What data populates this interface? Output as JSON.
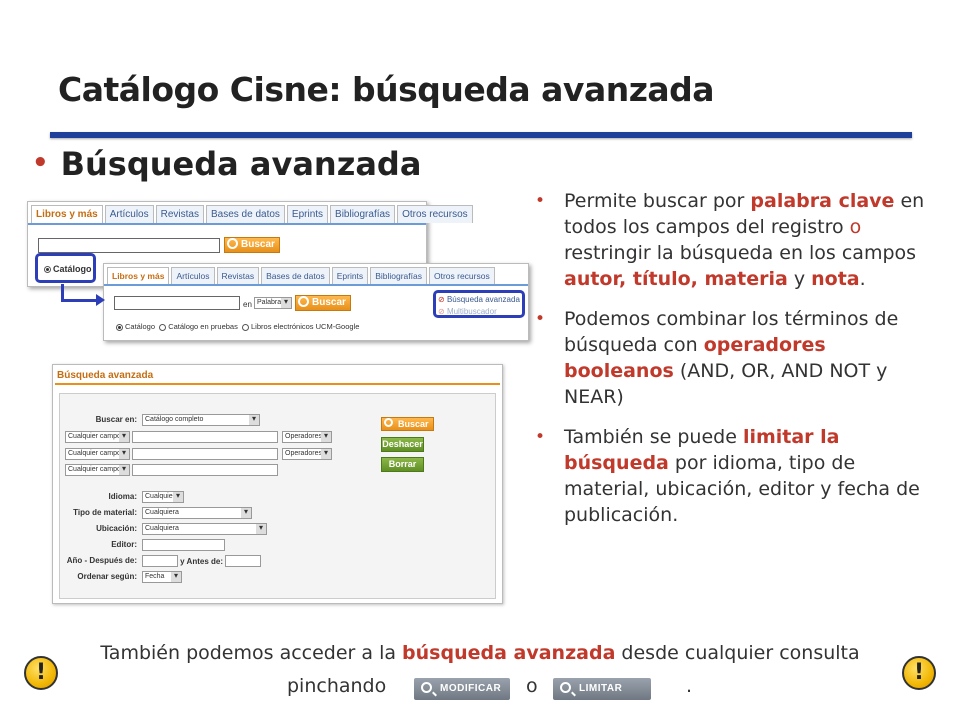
{
  "title": "Catálogo Cisne: búsqueda avanzada",
  "bullet_heading": "Búsqueda avanzada",
  "right_bullets": [
    {
      "parts": [
        "Permite buscar por ",
        "palabra clave",
        " en todos los campos del registro ",
        "o",
        " restringir la búsqueda en los campos ",
        "autor, título, materia",
        " y ",
        "nota",
        "."
      ]
    },
    {
      "parts": [
        "Podemos combinar los términos de búsqueda con ",
        "operadores booleanos",
        " (AND, OR, AND NOT y NEAR)"
      ]
    },
    {
      "parts": [
        "También se puede ",
        "limitar la búsqueda",
        " por idioma, tipo de material, ubicación, editor y fecha de publicación."
      ]
    }
  ],
  "shot1": {
    "tabs": [
      "Libros y más",
      "Artículos",
      "Revistas",
      "Bases de datos",
      "Eprints",
      "Bibliografías",
      "Otros recursos"
    ],
    "search_button": "Buscar",
    "radio_label": "Catálogo"
  },
  "shot2": {
    "tabs": [
      "Libros y más",
      "Artículos",
      "Revistas",
      "Bases de datos",
      "Eprints",
      "Bibliografías",
      "Otros recursos"
    ],
    "en_label": "en",
    "field_select": "Palabra",
    "search_button": "Buscar",
    "adv_link": "Búsqueda avanzada",
    "multi_link": "Multibuscador",
    "radios": [
      "Catálogo",
      "Catálogo en pruebas",
      "Libros electrónicos UCM-Google"
    ]
  },
  "shot3": {
    "header": "Búsqueda avanzada",
    "buscar_en_label": "Buscar en:",
    "buscar_en_value": "Catálogo completo",
    "field_select": "Cualquier campo",
    "operators": "Operadores",
    "btn_buscar": "Buscar",
    "btn_deshacer": "Deshacer",
    "btn_borrar": "Borrar",
    "idioma_label": "Idioma:",
    "idioma_value": "Cualquiera",
    "tipo_label": "Tipo de material:",
    "tipo_value": "Cualquiera",
    "ubicacion_label": "Ubicación:",
    "ubicacion_value": "Cualquiera",
    "editor_label": "Editor:",
    "anio_label": "Año - Después de:",
    "antes_label": "y Antes de:",
    "orden_label": "Ordenar según:",
    "orden_value": "Fecha"
  },
  "bottom": {
    "line1_a": "También podemos acceder a la ",
    "line1_b": "búsqueda avanzada",
    "line1_c": " desde cualquier consulta",
    "line2_a": "pinchando",
    "modificar": "MODIFICAR",
    "or": "o",
    "limitar": "LIMITAR",
    "end": "."
  },
  "colors": {
    "accent_red": "#c0392b",
    "rule_blue": "#1f3f9a",
    "highlight_blue": "#2c3fb8",
    "orange": "#e8901a"
  },
  "icons": [
    "warning-icon",
    "magnifier-icon",
    "radio-icon"
  ]
}
